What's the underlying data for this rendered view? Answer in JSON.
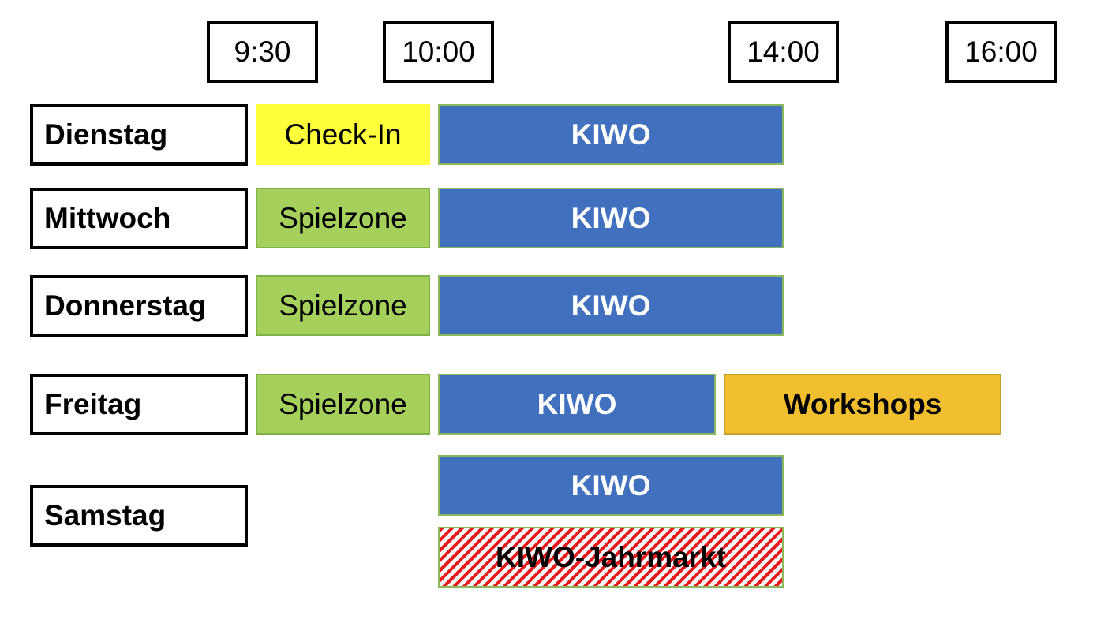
{
  "times": [
    "9:30",
    "10:00",
    "14:00",
    "16:00"
  ],
  "days": [
    "Dienstag",
    "Mittwoch",
    "Donnerstag",
    "Freitag",
    "Samstag"
  ],
  "events": {
    "dienstag": [
      "Check-In",
      "KIWO"
    ],
    "mittwoch": [
      "Spielzone",
      "KIWO"
    ],
    "donnerstag": [
      "Spielzone",
      "KIWO"
    ],
    "freitag": [
      "Spielzone",
      "KIWO",
      "Workshops"
    ],
    "samstag": [
      "KIWO",
      "KIWO-Jahrmarkt"
    ]
  },
  "colors": {
    "checkin": "#FFFF3B",
    "spielzone": "#A6D05C",
    "kiwo": "#4170BE",
    "workshops": "#F0BE2E",
    "jahrmarkt": "#E8191B"
  }
}
